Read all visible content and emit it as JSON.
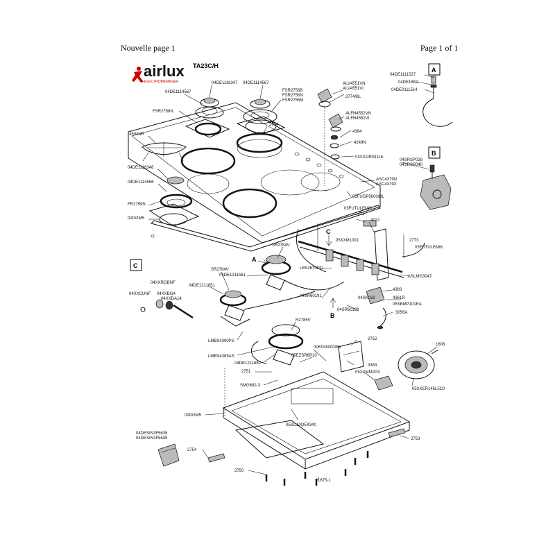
{
  "page_header": {
    "left": "Nouvelle page 1",
    "right": "Page 1 of 1"
  },
  "brand": {
    "name": "airlux",
    "subtitle": "ELECTROMENAGER"
  },
  "model": "TA23C/H",
  "detail_markers": {
    "a": "A",
    "b": "B",
    "c": "C"
  },
  "arrow_labels": {
    "a": "A",
    "b": "B",
    "c": "C"
  },
  "labels": {
    "d04de1116347": "04DE1116347",
    "d04de1114567_left": "04DE1114567",
    "d04de1114567_right": "04DE1114567",
    "fsr2756b": "FSR2756B",
    "fsr2756n_r": "FSR2756N",
    "fsr2756m": "FSR2756M",
    "fsr2756n": "FSR2756N",
    "v2974": "2974",
    "n4594nr": "4594NR",
    "d04de1116348": "04DE1116348",
    "d04de1114568": "04DE1114568",
    "fr2759n": "FR2759N",
    "d02dgm5_top": "02DGM5",
    "alv4551vn": "ALV4551VN",
    "alv4551vi": "ALV4551VI",
    "v2774bl": "2774/BL",
    "alfh4552vn": "ALFH4552VN",
    "alfh4552vi": "ALFH4552VI",
    "v4384": "4384",
    "v4249n": "4249N",
    "d03xxor03116": "03XXOR03116",
    "asc4379n": "ASC4379N",
    "asc4379x": "ASC4379X",
    "d03fugp5600": "03FUGP5600/BL",
    "d04de1111527": "04DE1111527",
    "d04de1882": "04DE1882",
    "d04de0111514": "04DE0111514",
    "d04srsp028": "04SRSP028",
    "d04srsp040": "04SRSP040",
    "d03futulemi6_a": "03FUTULEMI6",
    "v2773_a": "2773",
    "v3022": "3022",
    "d05xxm1001": "05XXM1001",
    "v2773_b": "2773",
    "d03futulemi6_b": "03FUTULEMI6",
    "sr2784v_top": "SR2784V",
    "lbs2670pd": "LBS2670PD",
    "aslmg3047": "ASLMG3047",
    "sr2784v": "SR2784V",
    "d04de1211561": "04DE1211561",
    "d04xxrgbnf": "04XXRGBNF",
    "d04de1211651": "04DE1211651",
    "d04xxcunf": "04XXCUNF",
    "d04xxbi14": "04XXBI14",
    "d04xxda14": "04XXDA14",
    "d04sr60191": "04SR60191",
    "v4383": "4383",
    "d04sk032": "04SK032",
    "v4361r": "4361R",
    "d05sbmp101ea": "05SBMP101EA",
    "d04sr60188": "04SR60188",
    "v3056a": "3056A",
    "r2785v": "R2785V",
    "lmbs4390ps": "LMBS4390PS",
    "lmbs4385as": "LMBS4385AS",
    "d04de1211652": "04DE1211652",
    "d006ta5000": "006TA5000/BL",
    "v2752": "2752",
    "v1606": "1606",
    "d05ezsr6p10": "05EZSR6P10",
    "v2751": "2751",
    "v3383": "3383",
    "d05xxmm2p4": "05XXMM2P4",
    "d05xxer145l5c0": "05XXER145L5C0",
    "smg692_3": "SMG692-3",
    "d02dgm5_bottom": "02DGM5",
    "d05sc10qe4340": "05SC10QE4340",
    "d04desin3f5635": "04DESIN3F5635",
    "d04desin2f5635": "04DESIN2F5635",
    "v2753": "2753",
    "v2754": "2754",
    "v2750": "2750",
    "v1675_1": "1675-1"
  }
}
